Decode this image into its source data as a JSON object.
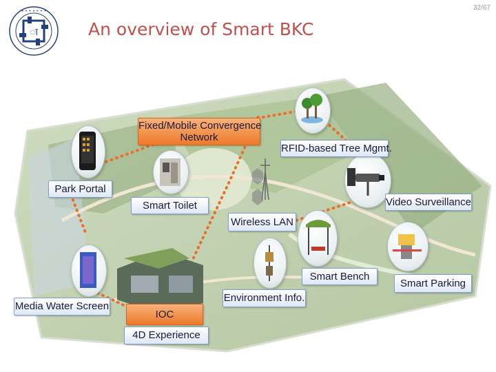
{
  "page_number": "32/67",
  "title": "An overview of Smart BKC",
  "labels": {
    "fmc_line1": "Fixed/Mobile Convergence",
    "fmc_line2": "Network",
    "rfid": "RFID-based Tree Mgmt.",
    "park_portal": "Park Portal",
    "smart_toilet": "Smart Toilet",
    "video_surveillance": "Video Surveillance",
    "wireless_lan": "Wireless LAN",
    "smart_bench": "Smart Bench",
    "smart_parking": "Smart Parking",
    "media_water_screen": "Media Water Screen",
    "environment_info": "Environment Info.",
    "ioc": "IOC",
    "experience_4d": "4D Experience"
  },
  "colors": {
    "title": "#c0504d",
    "label_border": "#7f9fcf",
    "ioc_orange": "#ee7a2a",
    "network_dots": "#e8702a"
  }
}
